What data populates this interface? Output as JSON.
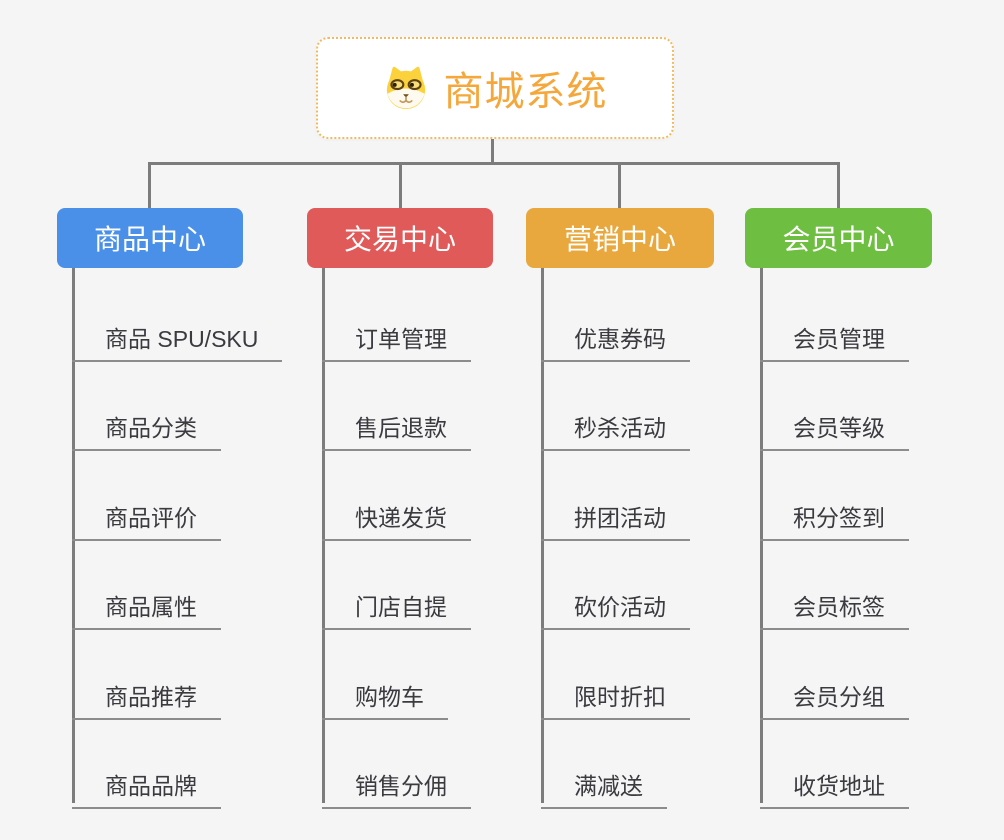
{
  "root": {
    "label": "商城系统",
    "icon": "shiba-dog-icon",
    "text_color": "#f5a73b",
    "border_color": "#f2b95f",
    "background": "#ffffff"
  },
  "connector_color": "#7c7c7c",
  "underline_color": "#8c8c8c",
  "background_color": "#f5f5f5",
  "branches": [
    {
      "label": "商品中心",
      "color": "#4a90e8",
      "items": [
        "商品 SPU/SKU",
        "商品分类",
        "商品评价",
        "商品属性",
        "商品推荐",
        "商品品牌"
      ]
    },
    {
      "label": "交易中心",
      "color": "#e15a5a",
      "items": [
        "订单管理",
        "售后退款",
        "快递发货",
        "门店自提",
        "购物车",
        "销售分佣"
      ]
    },
    {
      "label": "营销中心",
      "color": "#e9a83e",
      "items": [
        "优惠券码",
        "秒杀活动",
        "拼团活动",
        "砍价活动",
        "限时折扣",
        "满减送"
      ]
    },
    {
      "label": "会员中心",
      "color": "#6ebe42",
      "items": [
        "会员管理",
        "会员等级",
        "积分签到",
        "会员标签",
        "会员分组",
        "收货地址"
      ]
    }
  ]
}
